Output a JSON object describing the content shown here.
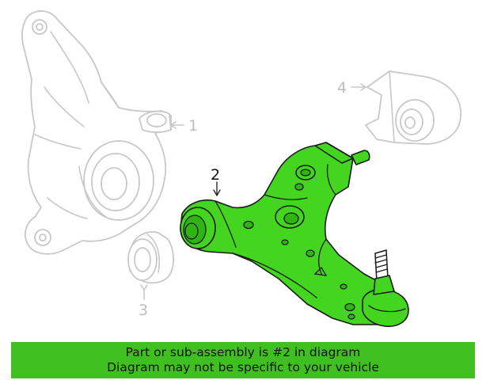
{
  "colors": {
    "highlight": "#43d51f",
    "banner": "#40c020",
    "ghost_stroke": "#c8c8c8",
    "callout_muted": "#bdbdbd",
    "callout_active": "#111111"
  },
  "callouts": [
    {
      "id": "1",
      "label": "1",
      "active": false
    },
    {
      "id": "2",
      "label": "2",
      "active": true
    },
    {
      "id": "3",
      "label": "3",
      "active": false
    },
    {
      "id": "4",
      "label": "4",
      "active": false
    }
  ],
  "banner": {
    "line1": "Part or sub-assembly is #2 in diagram",
    "line2": "Diagram may not be specific to your vehicle"
  }
}
